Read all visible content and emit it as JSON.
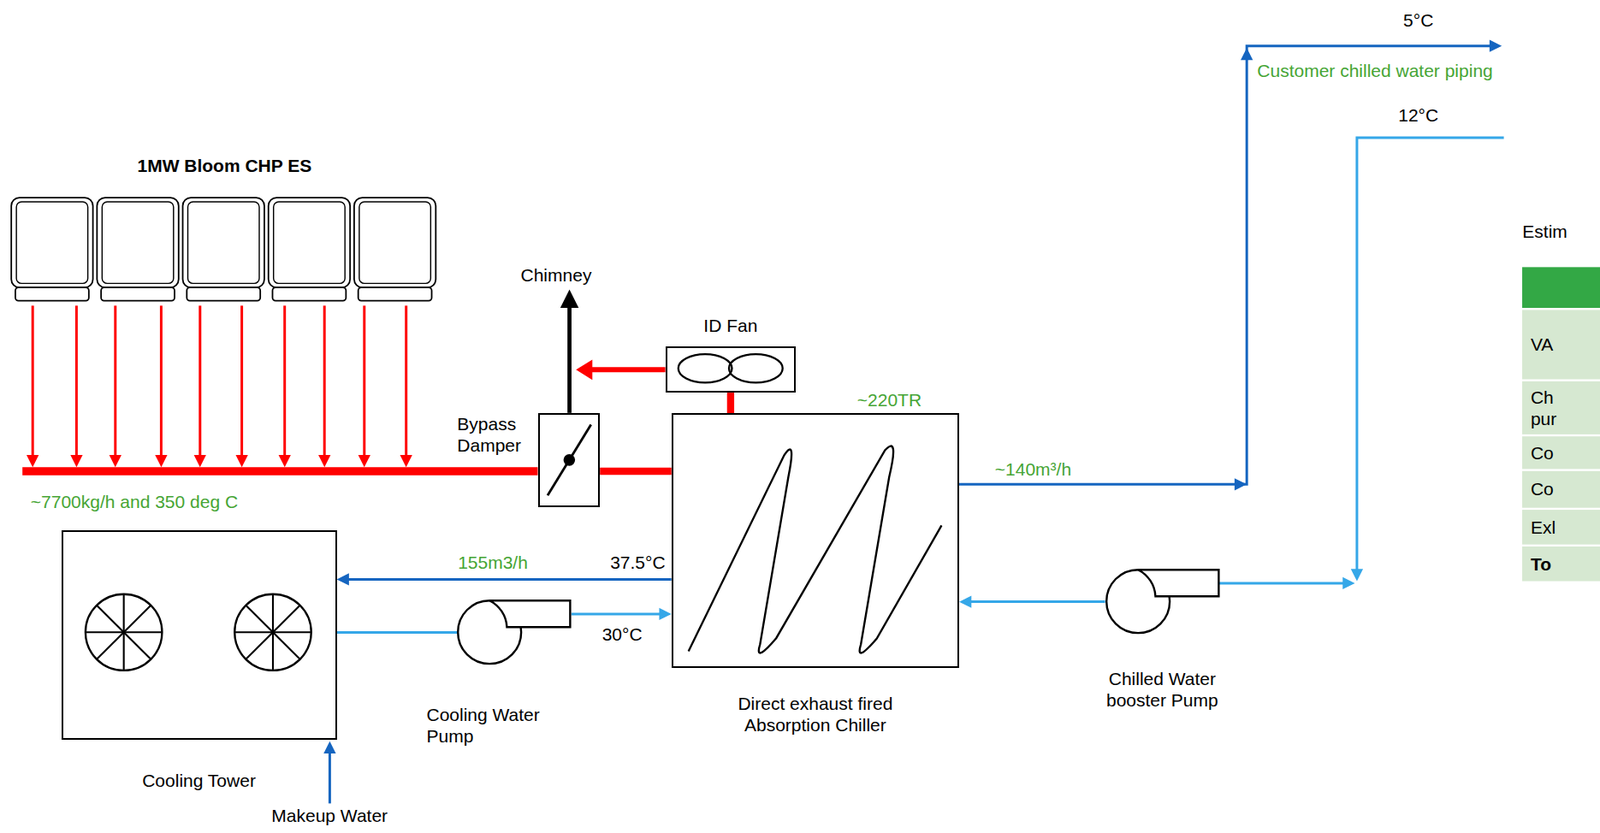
{
  "diagram": {
    "nodes": [
      {
        "text": [
          "1MW Bloom CHP ES"
        ]
      },
      {
        "text": [
          "Bypass Damper"
        ]
      },
      {
        "text": [
          "ID Fan"
        ]
      },
      {
        "text": [
          "Direct exhaust fired Absorption Chiller"
        ]
      },
      {
        "text": [
          "Cooling Tower"
        ]
      },
      {
        "text": [
          "Cooling Water Pump"
        ]
      },
      {
        "text": [
          "Chilled Water booster Pump"
        ]
      }
    ],
    "edges": [
      {
        "from": 0,
        "to": 1,
        "arrow": "to",
        "label": "~7700kg/h and 350 deg C"
      },
      {
        "from": 1,
        "to": 3,
        "arrow": "none"
      },
      {
        "from": 3,
        "to": 2,
        "arrow": "none"
      },
      {
        "from": 2,
        "to": 1,
        "arrow": "to"
      },
      {
        "from": 3,
        "to": 4,
        "arrow": "to",
        "label": "155m3/h"
      },
      {
        "from": 4,
        "to": 5,
        "arrow": "none"
      },
      {
        "from": 5,
        "to": 3,
        "arrow": "to"
      },
      {
        "from": 6,
        "to": 3,
        "arrow": "to"
      }
    ],
    "labels": [
      "Chimney",
      "~220TR",
      "~140m³/h",
      "5°C",
      "Customer chilled water piping",
      "12°C",
      "37.5°C",
      "30°C",
      "Makeup Water",
      "Estim",
      "VA",
      "Ch pur",
      "Co",
      "Co",
      "Exl",
      "To"
    ]
  }
}
